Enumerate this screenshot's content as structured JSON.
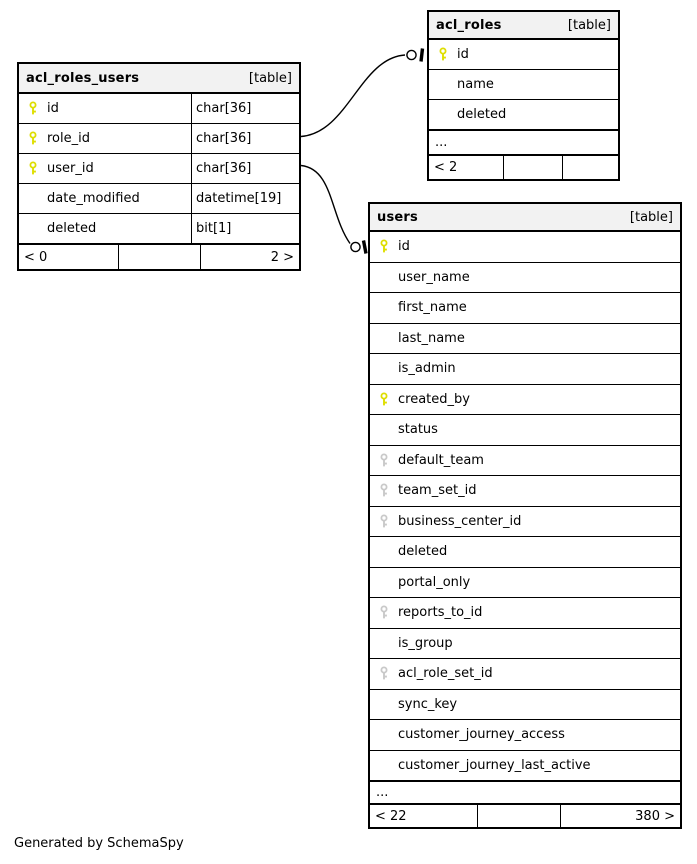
{
  "generator_note": "Generated by SchemaSpy",
  "icons": {
    "primary_key": "key-icon",
    "foreign_key": "key-icon"
  },
  "colors": {
    "pk_key": "#dede00",
    "fk_key": "#c9c9c9",
    "header_bg": "#f2f2f2",
    "border": "#000000",
    "background": "#ffffff"
  },
  "tables": [
    {
      "name": "acl_roles_users",
      "badge": "[table]",
      "more_label": "",
      "columns": [
        {
          "name": "id",
          "type": "char[36]",
          "key": "pk"
        },
        {
          "name": "role_id",
          "type": "char[36]",
          "key": "pk"
        },
        {
          "name": "user_id",
          "type": "char[36]",
          "key": "pk"
        },
        {
          "name": "date_modified",
          "type": "datetime[19]",
          "key": "none"
        },
        {
          "name": "deleted",
          "type": "bit[1]",
          "key": "none"
        }
      ],
      "footer": {
        "left": "< 0",
        "center": "",
        "right": "2 >"
      }
    },
    {
      "name": "acl_roles",
      "badge": "[table]",
      "more_label": "...",
      "columns": [
        {
          "name": "id",
          "key": "pk"
        },
        {
          "name": "name",
          "key": "none"
        },
        {
          "name": "deleted",
          "key": "none"
        }
      ],
      "footer": {
        "left": "< 2",
        "center": "",
        "right": ""
      }
    },
    {
      "name": "users",
      "badge": "[table]",
      "more_label": "...",
      "columns": [
        {
          "name": "id",
          "key": "pk"
        },
        {
          "name": "user_name",
          "key": "none"
        },
        {
          "name": "first_name",
          "key": "none"
        },
        {
          "name": "last_name",
          "key": "none"
        },
        {
          "name": "is_admin",
          "key": "none"
        },
        {
          "name": "created_by",
          "key": "pk"
        },
        {
          "name": "status",
          "key": "none"
        },
        {
          "name": "default_team",
          "key": "fk"
        },
        {
          "name": "team_set_id",
          "key": "fk"
        },
        {
          "name": "business_center_id",
          "key": "fk"
        },
        {
          "name": "deleted",
          "key": "none"
        },
        {
          "name": "portal_only",
          "key": "none"
        },
        {
          "name": "reports_to_id",
          "key": "fk"
        },
        {
          "name": "is_group",
          "key": "none"
        },
        {
          "name": "acl_role_set_id",
          "key": "fk"
        },
        {
          "name": "sync_key",
          "key": "none"
        },
        {
          "name": "customer_journey_access",
          "key": "none"
        },
        {
          "name": "customer_journey_last_active",
          "key": "none"
        }
      ],
      "footer": {
        "left": "< 22",
        "center": "",
        "right": "380 >"
      }
    }
  ],
  "relationships": [
    {
      "from_table": "acl_roles_users",
      "from_column": "role_id",
      "to_table": "acl_roles",
      "to_column": "id"
    },
    {
      "from_table": "acl_roles_users",
      "from_column": "user_id",
      "to_table": "users",
      "to_column": "id"
    }
  ]
}
